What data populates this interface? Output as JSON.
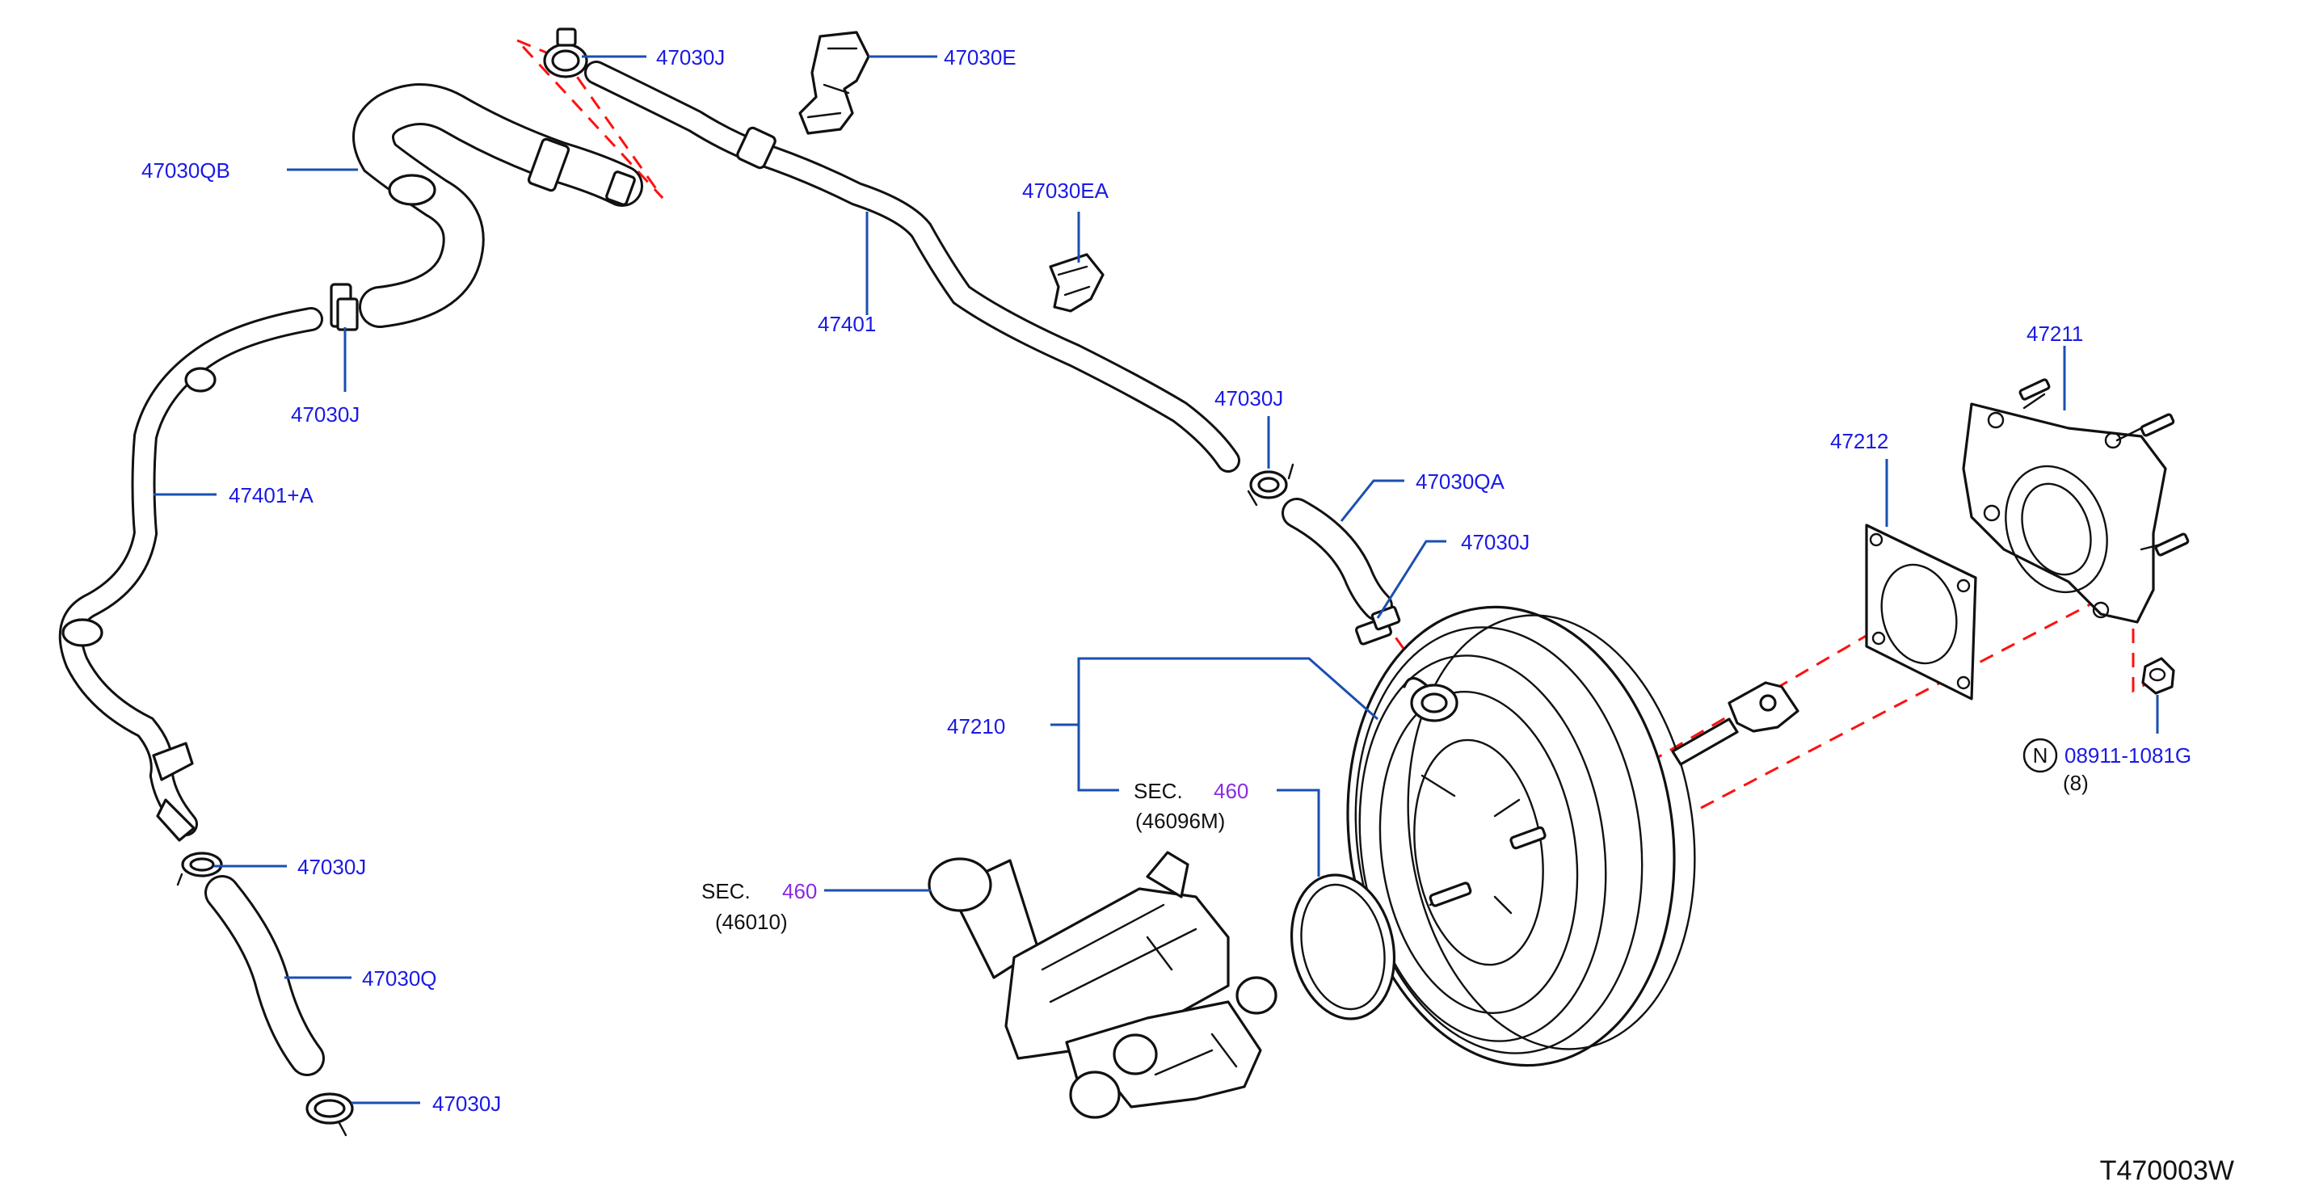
{
  "diagram": {
    "colors": {
      "label": "#1a1ae6",
      "leader": "#1a4fb0",
      "section_number": "#8a2be2",
      "dashed_guide": "#ff1010",
      "linework": "#111111"
    },
    "labels": {
      "clamp_top": "47030J",
      "clip_top": "47030E",
      "hose_qb": "47030QB",
      "clip_ea": "47030EA",
      "tube_main": "47401",
      "clamp_left_upper": "47030J",
      "clamp_mid_right": "47030J",
      "hose_qa": "47030QA",
      "clamp_qa_lower": "47030J",
      "tube_a": "47401+A",
      "gasket": "47212",
      "bracket": "47211",
      "booster": "47210",
      "nut_part": "08911-1081G",
      "nut_symbol": "N",
      "nut_qty": "(8)",
      "clamp_left_lower": "47030J",
      "hose_q": "47030Q",
      "clamp_bottom": "47030J",
      "sec1_prefix": "SEC.",
      "sec1_number": "460",
      "sec1_ref": "(46096M)",
      "sec2_prefix": "SEC.",
      "sec2_number": "460",
      "sec2_ref": "(46010)"
    },
    "drawing_code": "T470003W"
  }
}
